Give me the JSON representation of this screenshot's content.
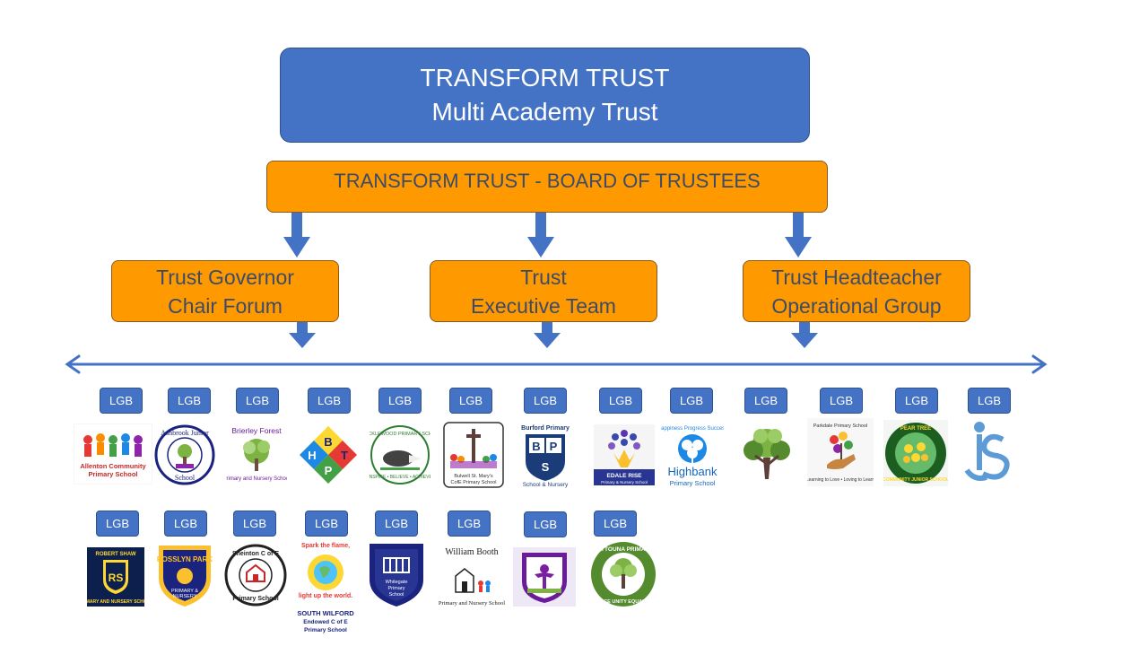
{
  "org": {
    "title_line1": "TRANSFORM TRUST",
    "title_line2": "Multi Academy Trust",
    "board": "TRANSFORM TRUST -  BOARD OF TRUSTEES",
    "groups": [
      {
        "line1": "Trust Governor",
        "line2": "Chair Forum"
      },
      {
        "line1": "Trust",
        "line2": "Executive Team"
      },
      {
        "line1": "Trust Headteacher",
        "line2": "Operational Group"
      }
    ]
  },
  "lgb_label": "LGB",
  "colors": {
    "primary_blue": "#4472c4",
    "orange": "#ff9900",
    "text_dark": "#3b4b6b"
  },
  "schools_row1": [
    {
      "name": "Allenton Community Primary School"
    },
    {
      "name": "Ashbrook Junior School"
    },
    {
      "name": "Brierley Forest Primary and Nursery School"
    },
    {
      "name": "HBTP",
      "letters": [
        "B",
        "H",
        "T",
        "P"
      ]
    },
    {
      "name": "Brocklewood Primary School",
      "motto": "INSPIRE • BELIEVE • ACHIEVE"
    },
    {
      "name": "Bulwell St. Mary's CofE Primary School"
    },
    {
      "name": "Burford Primary School & Nursery",
      "initials": "BPS"
    },
    {
      "name": "EDALE RISE",
      "sub": "Primary & Nursery School"
    },
    {
      "name": "Highbank Primary School",
      "motto": "Happiness Progress Success"
    },
    {
      "name": "Tree logo"
    },
    {
      "name": "Parkdale Primary School",
      "motto": "Learning to Love • Loving to Learn"
    },
    {
      "name": "PEAR TREE COMMUNITY JUNIOR SCHOOL"
    },
    {
      "name": "Monogram logo"
    }
  ],
  "schools_row2": [
    {
      "name": "ROBERT SHAW PRIMARY AND NURSERY SCHOOL",
      "initials": "RS"
    },
    {
      "name": "ROSSLYN PARK PRIMARY & NURSERY"
    },
    {
      "name": "Sneinton C of E Primary School"
    },
    {
      "name": "SOUTH WILFORD Endowed C of E Primary School",
      "motto": "Spark the flame, light up the world."
    },
    {
      "name": "Whitegate Primary School"
    },
    {
      "name": "William Booth Primary and Nursery School"
    },
    {
      "name": "Purple crest logo"
    },
    {
      "name": "ZAYTOUNA PRIMARY",
      "motto": "PEACE UNITY EQUALITY"
    }
  ]
}
